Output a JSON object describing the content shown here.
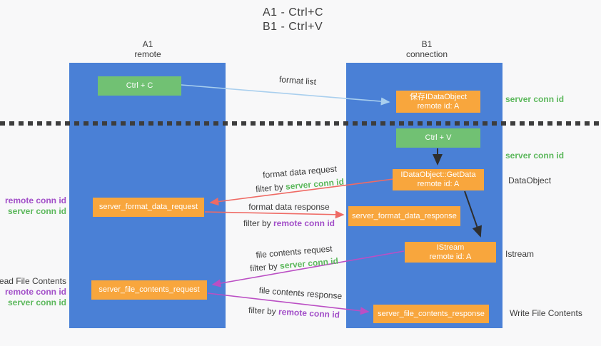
{
  "title": {
    "line1": "A1 - Ctrl+C",
    "line2": "B1 - Ctrl+V"
  },
  "lanes": {
    "left": {
      "name": "A1",
      "role": "remote"
    },
    "right": {
      "name": "B1",
      "role": "connection"
    }
  },
  "boxes": {
    "ctrl_c": "Ctrl + C",
    "ctrl_v": "Ctrl + V",
    "save_idataobject": {
      "line1": "保存IDataObject",
      "line2": "remote id: A"
    },
    "getdata": {
      "line1": "IDataObject::GetData",
      "line2": "remote id: A"
    },
    "istream": {
      "line1": "IStream",
      "line2": "remote id: A"
    },
    "server_format_data_request": "server_format_data_request",
    "server_format_data_response": "server_format_data_response",
    "server_file_contents_request": "server_file_contents_request",
    "server_file_contents_response": "server_file_contents_response"
  },
  "labels": {
    "format_list": "format list",
    "format_data_request": "format data request",
    "format_data_response": "format data response",
    "file_contents_request": "file contents request",
    "file_contents_response": "file contents response",
    "filter_by": "filter by ",
    "server_conn_id": "server conn id",
    "remote_conn_id": "remote conn id",
    "read_file_contents": "Read File Contents",
    "write_file_contents": "Write File Contents",
    "dataobject": "DataObject",
    "istream": "Istream"
  },
  "colors": {
    "lane_blue": "#4a80d6",
    "box_green": "#71c173",
    "box_orange": "#f8a63d",
    "text_green": "#5cb85c",
    "text_purple": "#a24fc8",
    "arrow_red": "#ef6a64",
    "arrow_purple": "#bb4fc4",
    "arrow_lightblue": "#a9cfee",
    "arrow_black": "#2e2e2e",
    "background": "#f8f8f9"
  }
}
